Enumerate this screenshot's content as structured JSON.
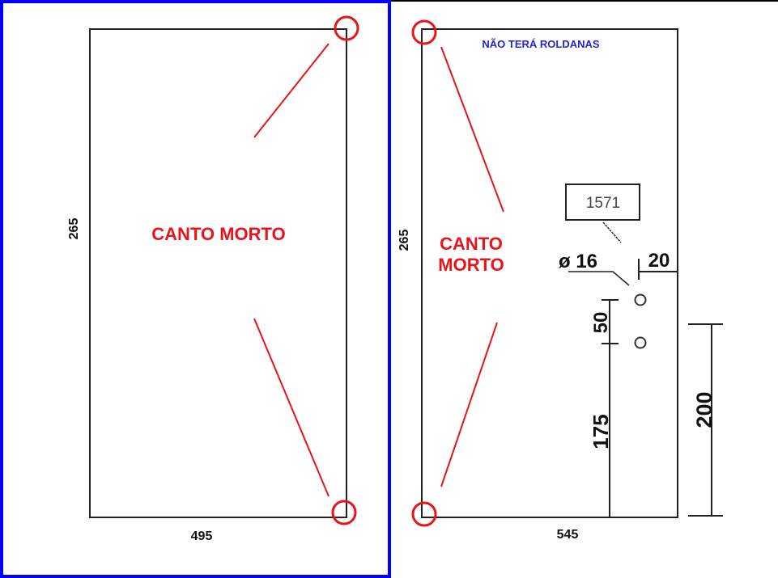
{
  "left_panel": {
    "label": "CANTO MORTO",
    "height_dim": "265",
    "width_dim": "495"
  },
  "right_panel": {
    "note": "NÃO TERÁ ROLDANAS",
    "label_line1": "CANTO",
    "label_line2": "MORTO",
    "height_dim": "265",
    "width_dim": "545",
    "part_number": "1571",
    "hole_diameter": "ø 16",
    "edge_offset": "20",
    "hole_spacing": "50",
    "hole_height": "175",
    "handle_height": "200"
  },
  "colors": {
    "accent_red": "#e8141b",
    "frame_blue": "#0000ff",
    "note_blue": "#2323d0"
  }
}
